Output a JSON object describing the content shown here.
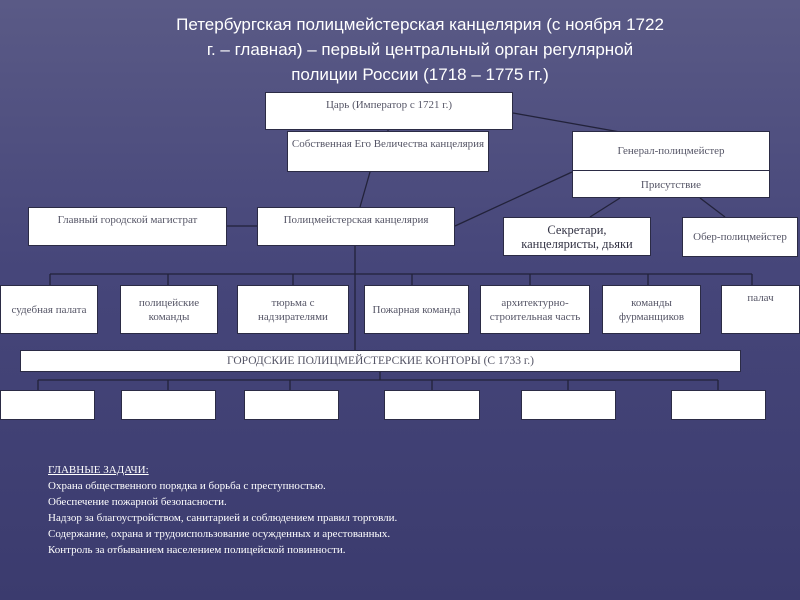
{
  "title": {
    "line1": "Петербургская полицмейстерская канцелярия (с ноября 1722",
    "line2": "г. – главная) – первый центральный орган регулярной",
    "line3": "полиции России (1718 – 1775 гг.)"
  },
  "nodes": {
    "tsar": "Царь (Император с 1721 г.)",
    "own_chancellery": "Собственная Его Величества канцелярия",
    "general_police": "Генерал-полицмейстер",
    "prisutstvie": "Присутствие",
    "main_magistrat": "Главный городской магистрат",
    "police_chancellery": "Полицмейстерская канцелярия",
    "secretaries": "Секретари, канцеляристы, дьяки",
    "ober_police": "Обер-полицмейстер",
    "court": "судебная палата",
    "police_teams": "полицейские команды",
    "prison": "тюрьма с надзирателями",
    "fire_team": "Пожарная команда",
    "architecture": "архитектурно-строительная часть",
    "wagon_teams": "команды фурманщиков",
    "executioner": "палач",
    "city_offices": "ГОРОДСКИЕ ПОЛИЦМЕЙСТЕРСКИЕ КОНТОРЫ (С 1733 г.)"
  },
  "tasks": {
    "heading": "ГЛАВНЫЕ ЗАДАЧИ:",
    "items": [
      "Охрана общественного порядка и борьба с преступностью.",
      "Обеспечение пожарной безопасности.",
      "Надзор за благоустройством, санитарией и соблюдением правил  торговли.",
      "Содержание, охрана и трудоиспользование осужденных и арестованных.",
      "Контроль за отбыванием населением полицейской повинности."
    ]
  }
}
